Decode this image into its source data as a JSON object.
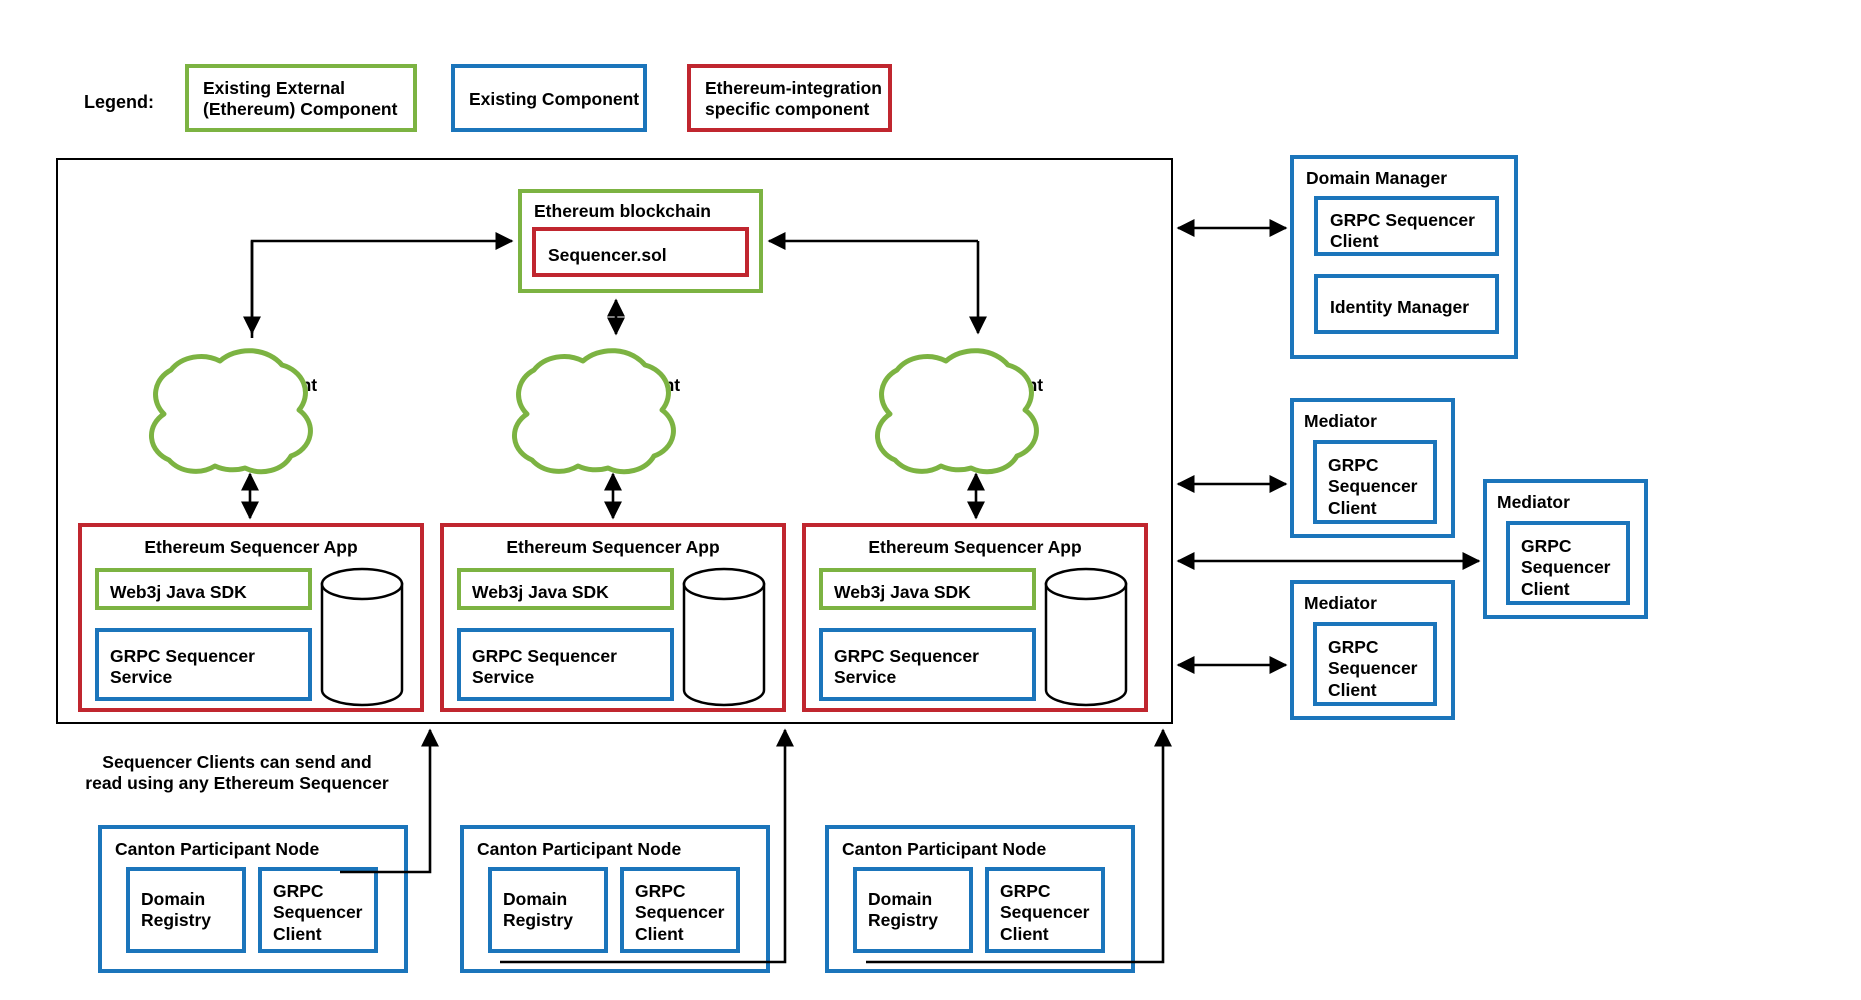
{
  "legend": {
    "title": "Legend:",
    "items": [
      {
        "key": "external",
        "label": "Existing External\n(Ethereum) Component",
        "color": "#7cb342"
      },
      {
        "key": "existing",
        "label": "Existing Component",
        "color": "#1b75bb"
      },
      {
        "key": "integration",
        "label": "Ethereum-integration\nspecific component",
        "color": "#c0262f"
      }
    ]
  },
  "colors": {
    "green": "#7cb342",
    "blue": "#1b75bb",
    "red": "#c0262f",
    "black": "#000000",
    "white": "#ffffff"
  },
  "blockchain": {
    "title": "Ethereum blockchain",
    "contract": "Sequencer.sol"
  },
  "client_nodes": [
    {
      "label": "Ethereum Client\nNode"
    },
    {
      "label": "Ethereum Client\nNode"
    },
    {
      "label": "Ethereum Client\nNode"
    }
  ],
  "sequencer_apps": [
    {
      "title": "Ethereum Sequencer App",
      "sdk": "Web3j Java SDK",
      "service": "GRPC Sequencer\nService",
      "store": "database-cylinder"
    },
    {
      "title": "Ethereum Sequencer App",
      "sdk": "Web3j Java SDK",
      "service": "GRPC Sequencer\nService",
      "store": "database-cylinder"
    },
    {
      "title": "Ethereum Sequencer App",
      "sdk": "Web3j Java SDK",
      "service": "GRPC Sequencer\nService",
      "store": "database-cylinder"
    }
  ],
  "annotation": {
    "text": "Sequencer Clients can send and\nread using any Ethereum Sequencer"
  },
  "domain_manager": {
    "title": "Domain Manager",
    "children": [
      {
        "label": "GRPC Sequencer\nClient"
      },
      {
        "label": "Identity Manager"
      }
    ]
  },
  "mediators": [
    {
      "title": "Mediator",
      "child": "GRPC\nSequencer\nClient"
    },
    {
      "title": "Mediator",
      "child": "GRPC\nSequencer\nClient"
    },
    {
      "title": "Mediator",
      "child": "GRPC\nSequencer\nClient"
    }
  ],
  "participant_nodes": [
    {
      "title": "Canton Participant Node",
      "children": [
        {
          "label": "Domain\nRegistry"
        },
        {
          "label": "GRPC\nSequencer\nClient"
        }
      ]
    },
    {
      "title": "Canton Participant Node",
      "children": [
        {
          "label": "Domain\nRegistry"
        },
        {
          "label": "GRPC\nSequencer\nClient"
        }
      ]
    },
    {
      "title": "Canton Participant Node",
      "children": [
        {
          "label": "Domain\nRegistry"
        },
        {
          "label": "GRPC\nSequencer\nClient"
        }
      ]
    }
  ]
}
